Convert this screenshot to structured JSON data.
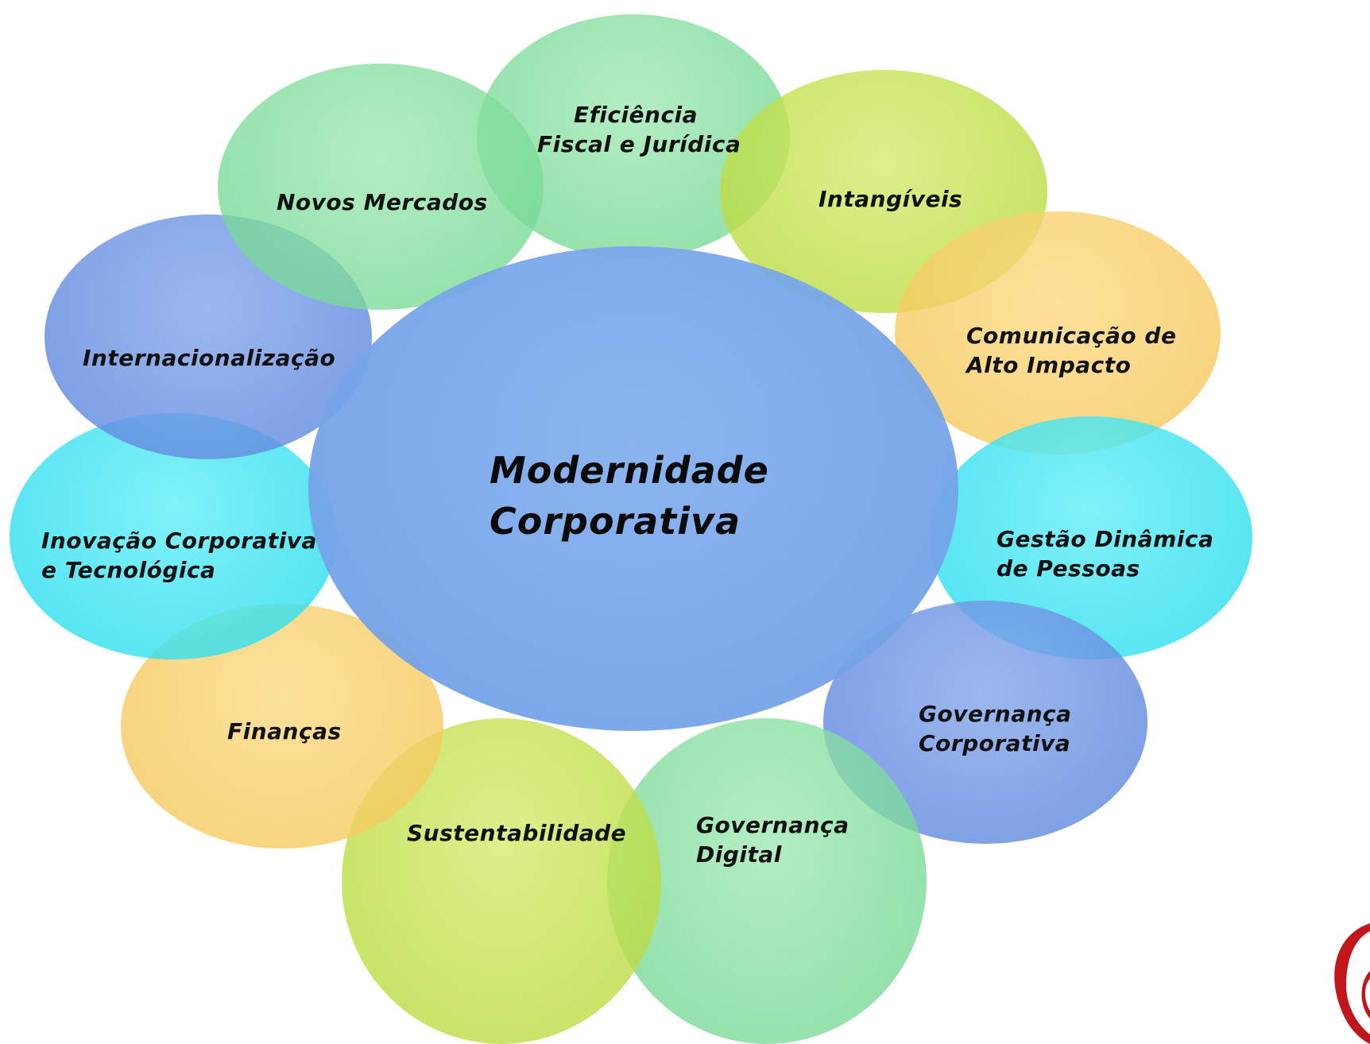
{
  "diagram": {
    "center": "Modernidade\nCorporativa",
    "items": [
      {
        "label": "Eficiência\nFiscal e Jurídica",
        "color": "#8fe0a8"
      },
      {
        "label": "Intangíveis",
        "color": "#c4de4a"
      },
      {
        "label": "Comunicação de\nAlto Impacto",
        "color": "#f6ca6a"
      },
      {
        "label": "Gestão Dinâmica\nde Pessoas",
        "color": "#3ee0f0"
      },
      {
        "label": "Governança\nCorporativa",
        "color": "#7098e0"
      },
      {
        "label": "Governança\nDigital",
        "color": "#8fe0a8"
      },
      {
        "label": "Sustentabilidade",
        "color": "#c4de4a"
      },
      {
        "label": "Finanças",
        "color": "#f6ca6a"
      },
      {
        "label": "Inovação Corporativa\ne Tecnológica",
        "color": "#3ee0f0"
      },
      {
        "label": "Internacionalização",
        "color": "#7098e0"
      },
      {
        "label": "Novos Mercados",
        "color": "#8fe0a8"
      }
    ],
    "center_color": "#7eaae8",
    "logo_color": "#c0161c"
  }
}
